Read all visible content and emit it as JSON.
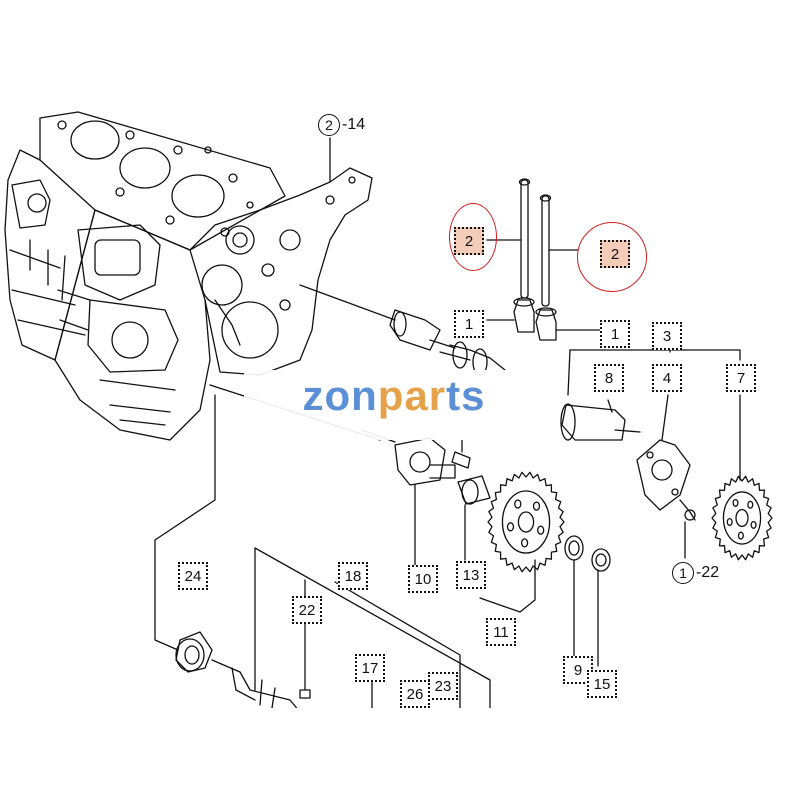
{
  "callouts": [
    {
      "id": "c24",
      "label": "24"
    },
    {
      "id": "c18",
      "label": "18"
    },
    {
      "id": "c22",
      "label": "22"
    },
    {
      "id": "c17",
      "label": "17"
    },
    {
      "id": "c26",
      "label": "26"
    },
    {
      "id": "c23",
      "label": "23"
    },
    {
      "id": "c10",
      "label": "10"
    },
    {
      "id": "c13",
      "label": "13"
    },
    {
      "id": "c11",
      "label": "11"
    },
    {
      "id": "c9",
      "label": "9"
    },
    {
      "id": "c15",
      "label": "15"
    },
    {
      "id": "c1a",
      "label": "1"
    },
    {
      "id": "c1b",
      "label": "1"
    },
    {
      "id": "c8",
      "label": "8"
    },
    {
      "id": "c3",
      "label": "3"
    },
    {
      "id": "c4",
      "label": "4"
    },
    {
      "id": "c7",
      "label": "7"
    },
    {
      "id": "c2a",
      "label": "2"
    },
    {
      "id": "c2b",
      "label": "2"
    }
  ],
  "refs": {
    "top": {
      "circle": "2",
      "suffix": "-14"
    },
    "right": {
      "circle": "1",
      "suffix": "-22"
    }
  },
  "watermark": {
    "part1": "zon",
    "part2": "par",
    "part3": "ts"
  },
  "colors": {
    "highlight_fill": "#f3cdb7",
    "ring_stroke": "#d21f1f",
    "line": "#111111",
    "watermark_blue": "#5b8fd6",
    "watermark_orange": "#e6a24a"
  }
}
